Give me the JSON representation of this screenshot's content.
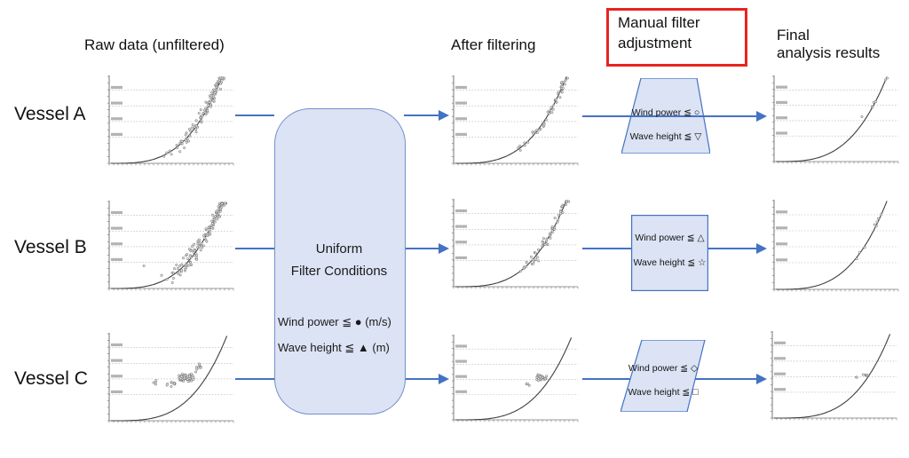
{
  "headers": {
    "col1": "Raw data (unfiltered)",
    "col2": "After filtering",
    "col3_line1": "Manual filter",
    "col3_line2": "adjustment",
    "col4_line1": "Final",
    "col4_line2": "analysis results"
  },
  "rows": [
    {
      "label": "Vessel A"
    },
    {
      "label": "Vessel B"
    },
    {
      "label": "Vessel C"
    }
  ],
  "center_box": {
    "title_line1": "Uniform",
    "title_line2": "Filter Conditions",
    "condition1": "Wind power ≦ ● (m/s)",
    "condition2": "Wave height ≦ ▲ (m)"
  },
  "filters": [
    {
      "vessel": "A",
      "shape": "trapezoid",
      "line1": "Wind power ≦ ○",
      "line2": "Wave height ≦ ▽"
    },
    {
      "vessel": "B",
      "shape": "rectangle",
      "line1": "Wind power ≦ △",
      "line2": "Wave height ≦ ☆"
    },
    {
      "vessel": "C",
      "shape": "parallelogram",
      "line1": "Wind power ≦ ◇",
      "line2": "Wave height ≦ □"
    }
  ],
  "colors": {
    "accent_blue": "#4472c4",
    "shape_fill": "#dbe3f4",
    "shape_border": "#4472c4",
    "callout_red": "#e8241f",
    "curve_gray": "#3f3f3f"
  },
  "chart_data": {
    "note": "Nine scatter thumbnails; axis tick labels are illegible in source. Each shows a rising power-law trend curve with 4 dotted horizontal gridlines; point count drops from raw to filtered to final.",
    "gridline_fractions": [
      0.16,
      0.34,
      0.52,
      0.7
    ],
    "plots": {
      "raw_a": {
        "vessel": "A",
        "stage": "raw",
        "type": "scatter",
        "n_points": 115,
        "seed": 11,
        "curve_coef": 1.3,
        "curve_exp": 3.2,
        "clusters": [
          {
            "type": "curve",
            "n": 115,
            "t0": 0.42,
            "t1": 0.94,
            "skew": 0.5,
            "jit": 0.045
          }
        ]
      },
      "raw_b": {
        "vessel": "B",
        "stage": "raw",
        "type": "scatter",
        "n_points": 141,
        "seed": 22,
        "curve_coef": 1.3,
        "curve_exp": 3.2,
        "clusters": [
          {
            "type": "curve",
            "n": 140,
            "t0": 0.4,
            "t1": 0.95,
            "skew": 0.5,
            "jit": 0.05
          },
          {
            "type": "blob",
            "n": 1,
            "cx": 0.26,
            "cy": 0.74,
            "sx": 0.01,
            "sy": 0.01
          }
        ]
      },
      "raw_c": {
        "vessel": "C",
        "stage": "raw",
        "type": "scatter",
        "n_points": 69,
        "seed": 33,
        "curve_coef": 1.12,
        "curve_exp": 3.4,
        "clusters": [
          {
            "type": "blob",
            "n": 48,
            "cx": 0.62,
            "cy": 0.5,
            "sx": 0.075,
            "sy": 0.045
          },
          {
            "type": "blob",
            "n": 9,
            "cx": 0.5,
            "cy": 0.585,
            "sx": 0.045,
            "sy": 0.025
          },
          {
            "type": "blob",
            "n": 8,
            "cx": 0.72,
            "cy": 0.375,
            "sx": 0.04,
            "sy": 0.03
          },
          {
            "type": "blob",
            "n": 4,
            "cx": 0.36,
            "cy": 0.55,
            "sx": 0.05,
            "sy": 0.03
          }
        ]
      },
      "filt_a": {
        "vessel": "A",
        "stage": "filtered",
        "type": "scatter",
        "n_points": 50,
        "seed": 44,
        "curve_coef": 1.3,
        "curve_exp": 3.2,
        "clusters": [
          {
            "type": "curve",
            "n": 50,
            "t0": 0.5,
            "t1": 0.93,
            "skew": 0.55,
            "jit": 0.03
          }
        ]
      },
      "filt_b": {
        "vessel": "B",
        "stage": "filtered",
        "type": "scatter",
        "n_points": 68,
        "seed": 55,
        "curve_coef": 1.3,
        "curve_exp": 3.2,
        "clusters": [
          {
            "type": "curve",
            "n": 68,
            "t0": 0.45,
            "t1": 0.93,
            "skew": 0.5,
            "jit": 0.035
          }
        ]
      },
      "filt_c": {
        "vessel": "C",
        "stage": "filtered",
        "type": "scatter",
        "n_points": 29,
        "seed": 66,
        "curve_coef": 1.12,
        "curve_exp": 3.4,
        "clusters": [
          {
            "type": "blob",
            "n": 26,
            "cx": 0.72,
            "cy": 0.5,
            "sx": 0.04,
            "sy": 0.03
          },
          {
            "type": "blob",
            "n": 3,
            "cx": 0.6,
            "cy": 0.585,
            "sx": 0.02,
            "sy": 0.02
          }
        ]
      },
      "final_a": {
        "vessel": "A",
        "stage": "final",
        "type": "scatter",
        "n_points": 7,
        "seed": 77,
        "curve_coef": 1.3,
        "curve_exp": 3.2,
        "clusters": [
          {
            "type": "curve",
            "n": 7,
            "t0": 0.7,
            "t1": 0.96,
            "skew": 0.8,
            "jit": 0.028
          }
        ]
      },
      "final_b": {
        "vessel": "B",
        "stage": "final",
        "type": "scatter",
        "n_points": 8,
        "seed": 88,
        "curve_coef": 1.3,
        "curve_exp": 3.2,
        "clusters": [
          {
            "type": "curve",
            "n": 8,
            "t0": 0.57,
            "t1": 0.88,
            "skew": 0.8,
            "jit": 0.022
          }
        ]
      },
      "final_c": {
        "vessel": "C",
        "stage": "final",
        "type": "scatter",
        "n_points": 10,
        "seed": 99,
        "curve_coef": 1.12,
        "curve_exp": 3.4,
        "clusters": [
          {
            "type": "blob",
            "n": 8,
            "cx": 0.765,
            "cy": 0.5,
            "sx": 0.028,
            "sy": 0.013
          },
          {
            "type": "blob",
            "n": 2,
            "cx": 0.68,
            "cy": 0.525,
            "sx": 0.012,
            "sy": 0.01
          }
        ]
      }
    }
  }
}
